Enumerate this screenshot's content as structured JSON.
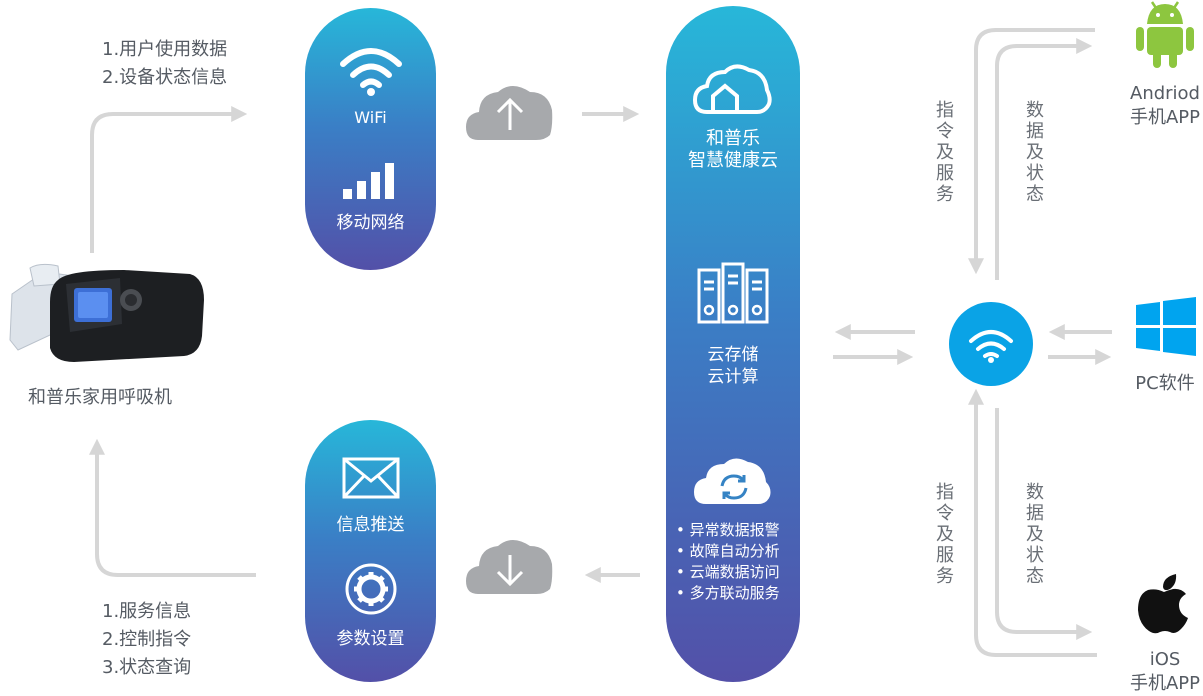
{
  "device": {
    "label": "和普乐家用呼吸机"
  },
  "uplink_info": [
    "1.用户使用数据",
    "2.设备状态信息"
  ],
  "downlink_info": [
    "1.服务信息",
    "2.控制指令",
    "3.状态查询"
  ],
  "connectivity": {
    "wifi_label": "WiFi",
    "mobile_label": "移动网络"
  },
  "services": {
    "push_label": "信息推送",
    "settings_label": "参数设置"
  },
  "cloud": {
    "title_line1": "和普乐",
    "title_line2": "智慧健康云",
    "storage_line1": "云存储",
    "storage_line2": "云计算",
    "features": [
      "• 异常数据报警",
      "• 故障自动分析",
      "• 云端数据访问",
      "• 多方联动服务"
    ]
  },
  "clients": {
    "android": {
      "line1": "Andriod",
      "line2": "手机APP"
    },
    "pc": {
      "label": "PC软件"
    },
    "ios": {
      "line1": "iOS",
      "line2": "手机APP"
    }
  },
  "flow_labels": {
    "top_commands": "指令及服务",
    "top_data": "数据及状态",
    "bottom_commands": "指令及服务",
    "bottom_data": "数据及状态"
  },
  "colors": {
    "accent": "#0aa3e6",
    "arrow": "#d6d6d6",
    "cloud_icon": "#a7a9ac",
    "android": "#8dc63f",
    "windows": "#00a4ef",
    "apple": "#111111"
  }
}
